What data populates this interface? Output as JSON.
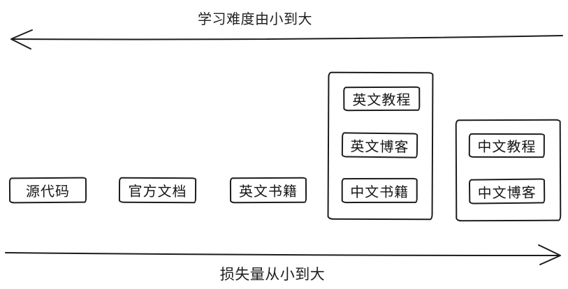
{
  "axes": {
    "top": {
      "label": "学习难度由小到大",
      "direction": "left"
    },
    "bottom": {
      "label": "损失量从小到大",
      "direction": "right"
    }
  },
  "boxes": {
    "source_code": {
      "label": "源代码"
    },
    "official_docs": {
      "label": "官方文档"
    },
    "english_books": {
      "label": "英文书籍"
    }
  },
  "groups": {
    "english": {
      "items": [
        {
          "label": "英文教程"
        },
        {
          "label": "英文博客"
        },
        {
          "label": "中文书籍"
        }
      ]
    },
    "chinese": {
      "items": [
        {
          "label": "中文教程"
        },
        {
          "label": "中文博客"
        }
      ]
    }
  },
  "colors": {
    "stroke": "#1c1c1c",
    "background": "#ffffff"
  }
}
